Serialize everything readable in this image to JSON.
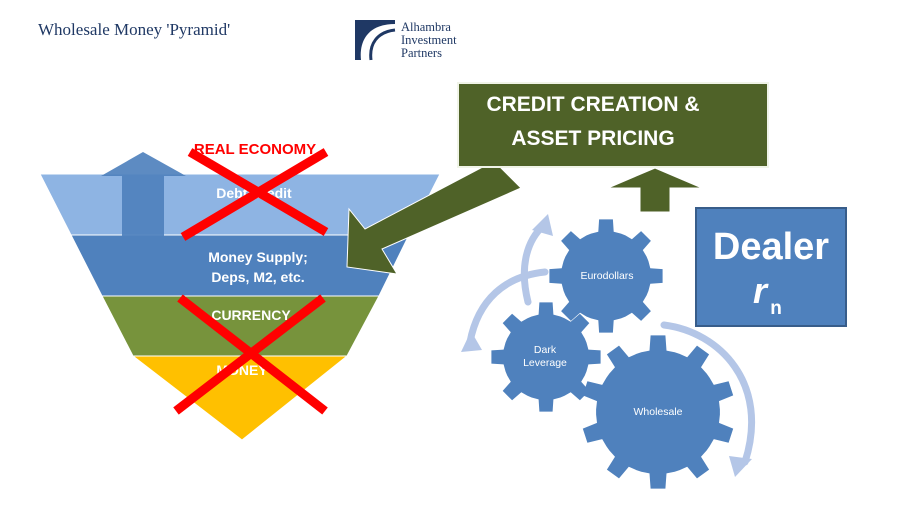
{
  "header": {
    "title": "Wholesale Money 'Pyramid'",
    "logo_lines": [
      "Alhambra",
      "Investment",
      "Partners"
    ]
  },
  "pyramid": {
    "top_label": "REAL ECONOMY",
    "layers": [
      {
        "label": "Debt/Credit",
        "crossed": true
      },
      {
        "label_lines": [
          "Money Supply;",
          "Deps, M2, etc."
        ],
        "crossed": false
      },
      {
        "label": "CURRENCY",
        "crossed": true
      },
      {
        "label": "MONEY",
        "crossed": true
      }
    ]
  },
  "credit_box": {
    "line1": "CREDIT CREATION &",
    "line2": "ASSET PRICING"
  },
  "dealer_box": {
    "line1": "Dealer",
    "symbol": "r",
    "subscript": "n"
  },
  "gears": [
    {
      "label": "Eurodollars"
    },
    {
      "label_lines": [
        "Dark",
        "Leverage"
      ]
    },
    {
      "label": "Wholesale"
    }
  ],
  "colors": {
    "title_text": "#1f3864",
    "layer_debt": "#8eb4e3",
    "layer_money_supply": "#4f81bd",
    "layer_currency": "#77933c",
    "layer_money": "#ffc000",
    "credit_box": "#4f6228",
    "dealer_box": "#4f81bd",
    "gear": "#4f81bd",
    "cross": "#ff0000",
    "real_economy_text": "#ff0000",
    "cycle_arrow": "#b4c6e7"
  }
}
